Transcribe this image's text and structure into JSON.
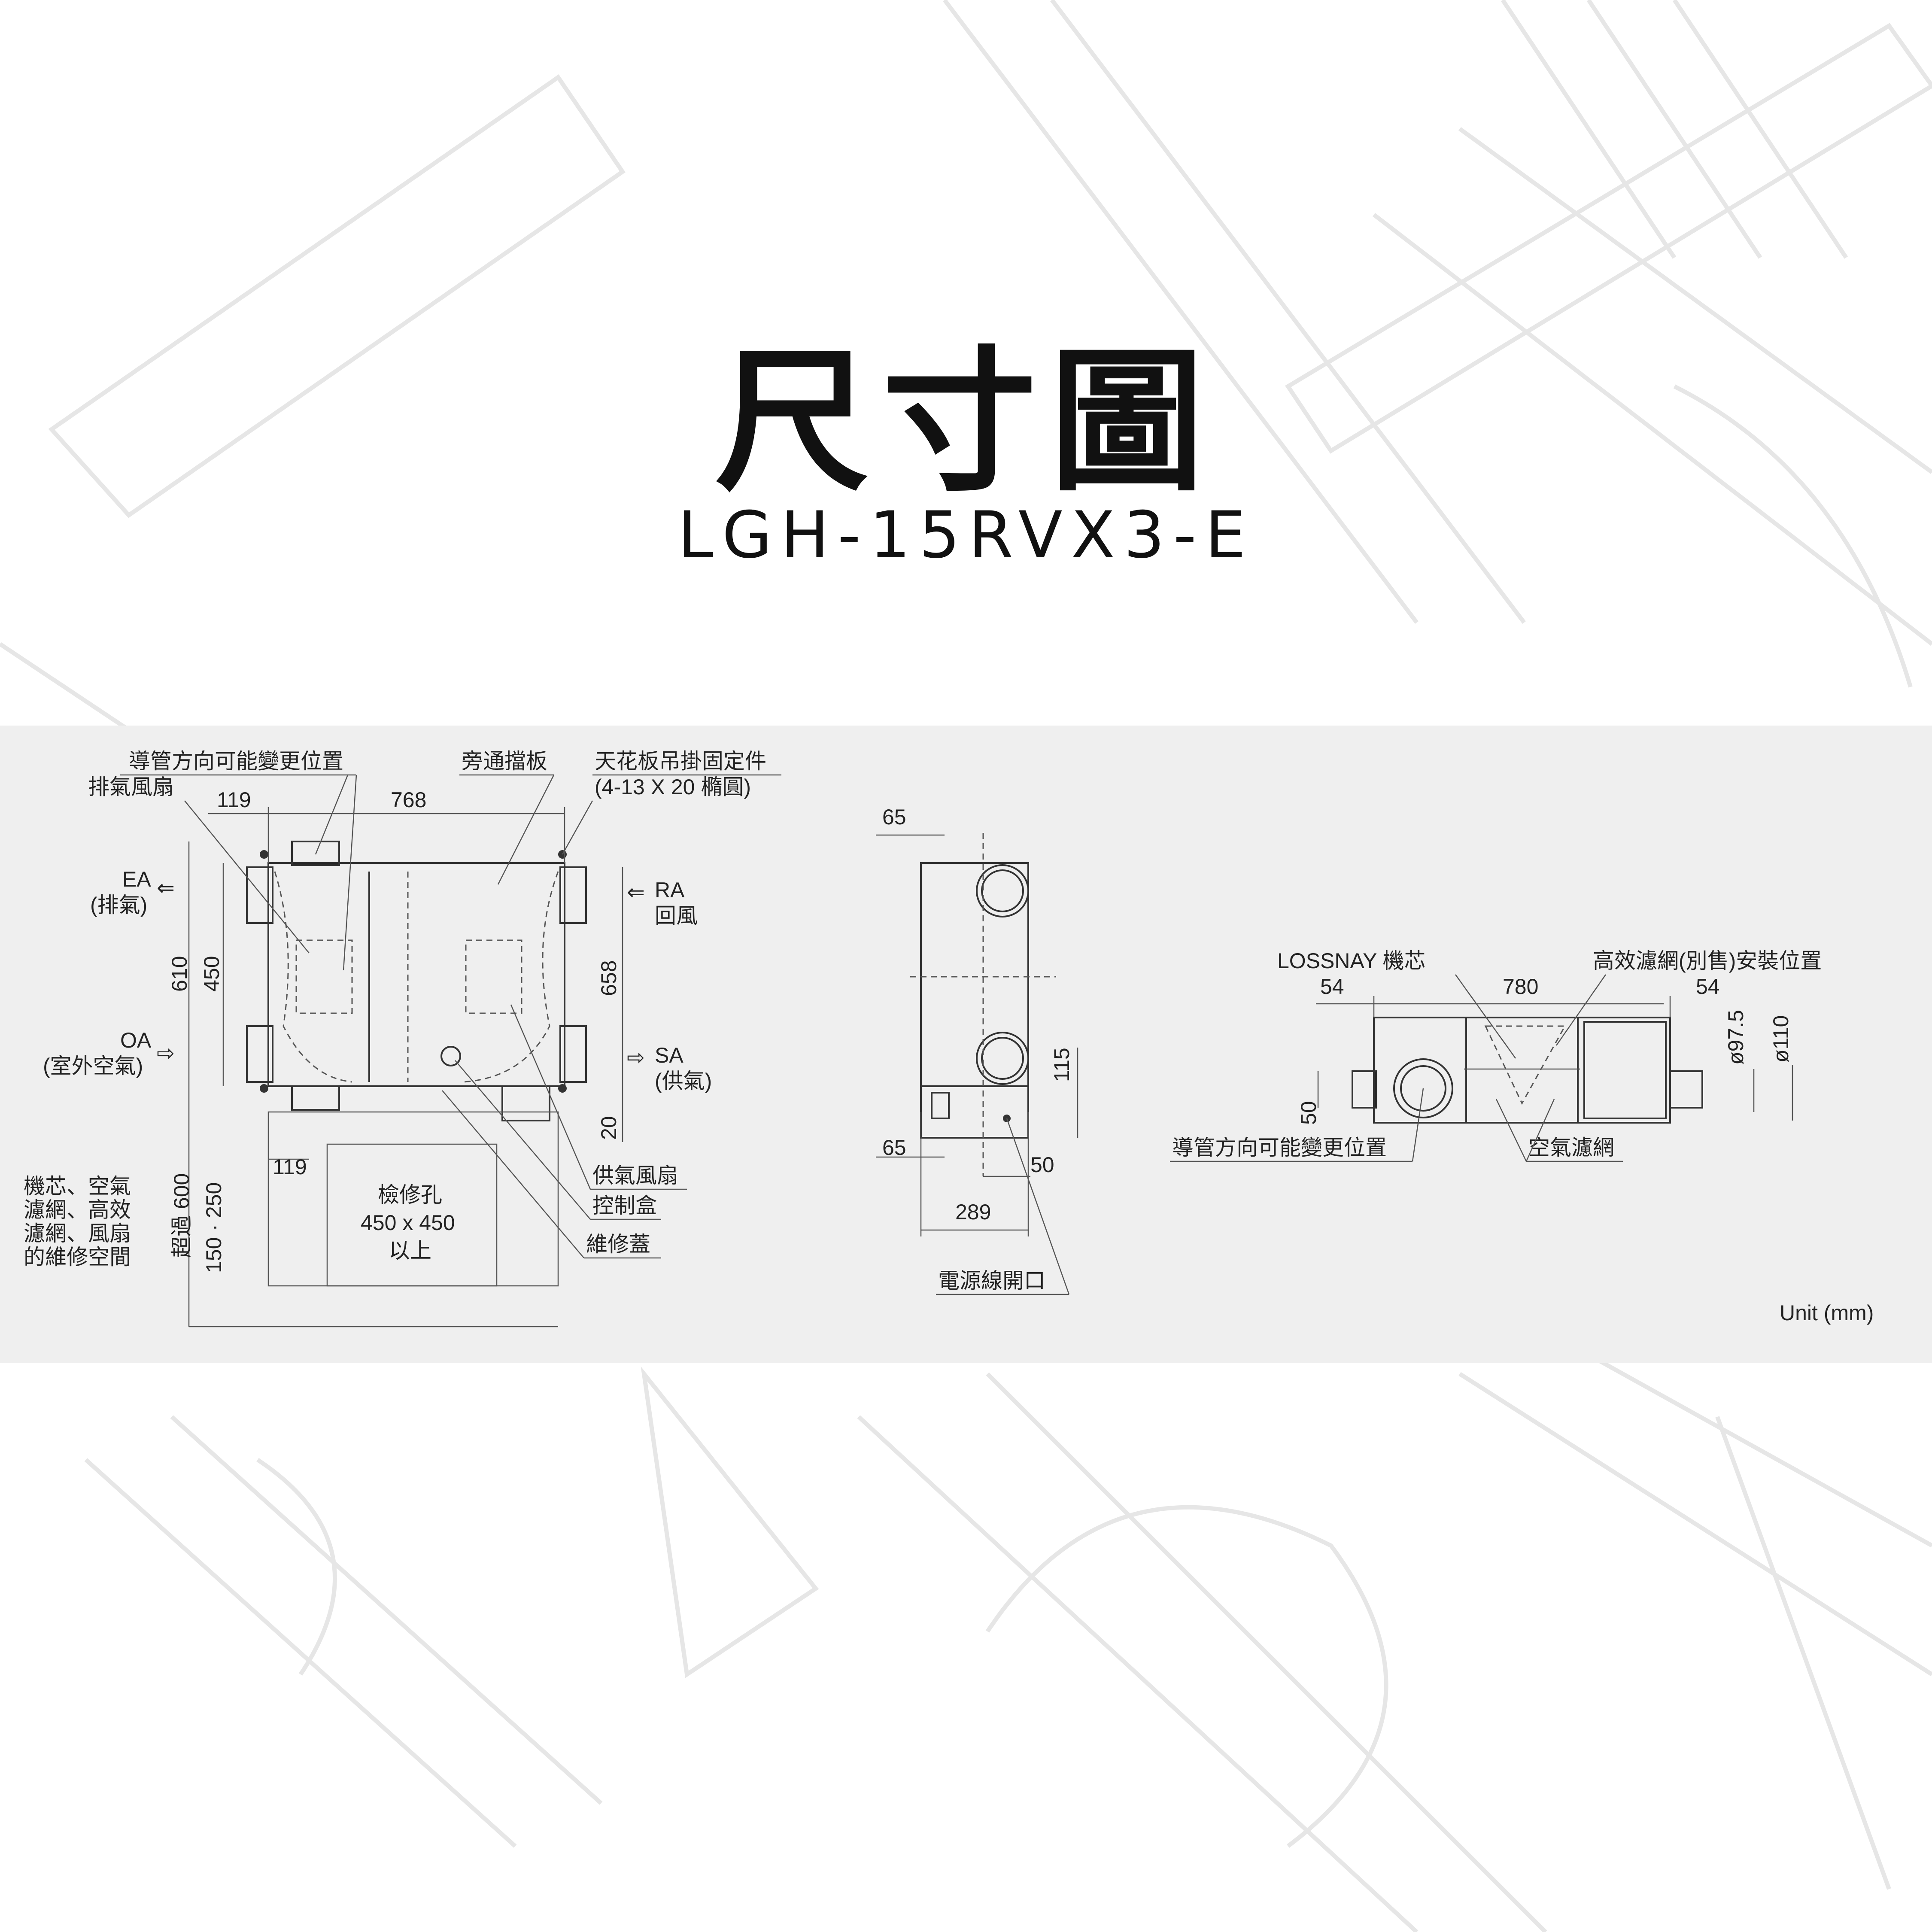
{
  "header": {
    "title": "尺寸圖",
    "model": "LGH-15RVX3-E"
  },
  "front_view": {
    "labels": {
      "duct_direction": "導管方向可能變更位置",
      "exhaust_fan": "排氣風扇",
      "bypass_damper": "旁通擋板",
      "ceiling_hanger": "天花板吊掛固定件",
      "ceiling_hanger_spec": "(4-13 X 20 橢圓)",
      "ea": "EA",
      "ea_cn": "(排氣)",
      "oa": "OA",
      "oa_cn": "(室外空氣)",
      "ra": "RA",
      "ra_cn": "回風",
      "sa": "SA",
      "sa_cn": "(供氣)",
      "supply_fan": "供氣風扇",
      "control_box": "控制盒",
      "maintenance_cover": "維修蓋",
      "service_space": [
        "機芯、空氣",
        "濾網、高效",
        "濾網、風扇",
        "的維修空間"
      ],
      "access_hole": [
        "檢修孔",
        "450 x 450",
        "以上"
      ],
      "over_600": "超過 600",
      "range": "150 · 250"
    },
    "dims": {
      "d119": "119",
      "d768": "768",
      "d610": "610",
      "d450": "450",
      "d658": "658",
      "d20": "20",
      "d119b": "119"
    }
  },
  "side_view": {
    "labels": {
      "power_opening": "電源線開口"
    },
    "dims": {
      "d65a": "65",
      "d65b": "65",
      "d115": "115",
      "d50": "50",
      "d289": "289"
    }
  },
  "top_view": {
    "labels": {
      "lossnay_core": "LOSSNAY 機芯",
      "hepa_position": "高效濾網(別售)安裝位置",
      "duct_direction": "導管方向可能變更位置",
      "air_filter": "空氣濾網"
    },
    "dims": {
      "d54a": "54",
      "d780": "780",
      "d54b": "54",
      "d975": "ø97.5",
      "d110": "ø110",
      "d50": "50"
    }
  },
  "unit_label": "Unit (mm)"
}
